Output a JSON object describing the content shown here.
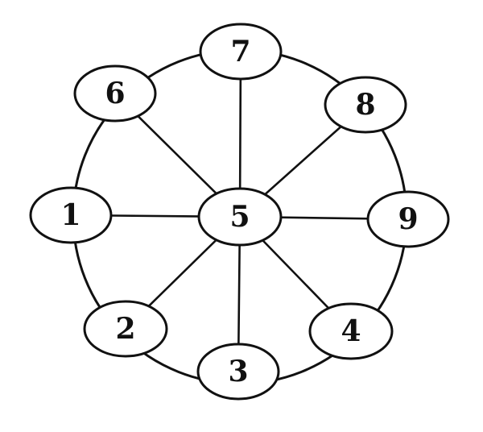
{
  "diagram": {
    "hub": {
      "id": "5",
      "label": "5"
    },
    "rim_nodes": [
      {
        "id": "7",
        "label": "7"
      },
      {
        "id": "8",
        "label": "8"
      },
      {
        "id": "9",
        "label": "9"
      },
      {
        "id": "4",
        "label": "4"
      },
      {
        "id": "3",
        "label": "3"
      },
      {
        "id": "2",
        "label": "2"
      },
      {
        "id": "1",
        "label": "1"
      },
      {
        "id": "6",
        "label": "6"
      }
    ],
    "spokes": [
      [
        "5",
        "7"
      ],
      [
        "5",
        "8"
      ],
      [
        "5",
        "9"
      ],
      [
        "5",
        "4"
      ],
      [
        "5",
        "3"
      ],
      [
        "5",
        "2"
      ],
      [
        "5",
        "1"
      ],
      [
        "5",
        "6"
      ]
    ],
    "rim_cycle": [
      "7",
      "8",
      "9",
      "4",
      "3",
      "2",
      "1",
      "6",
      "7"
    ],
    "colors": {
      "stroke": "#111111",
      "node_fill": "#ffffff",
      "text": "#111111",
      "background": "#ffffff"
    }
  }
}
